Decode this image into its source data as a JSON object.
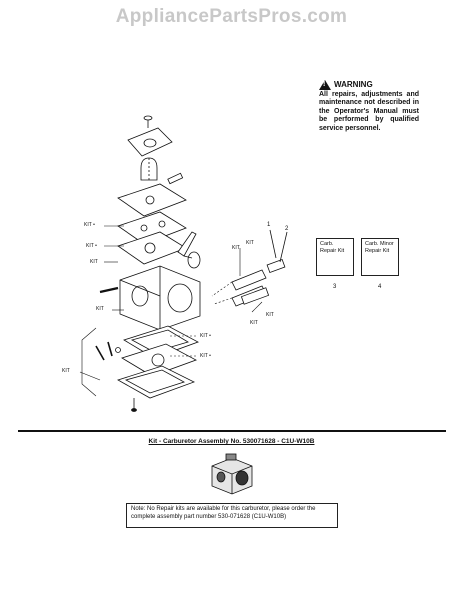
{
  "watermark": "AppliancePartsPros.com",
  "warning": {
    "title": "WARNING",
    "body": "All repairs, adjustments and maintenance not described in the Operator's Manual must be performed by qualified service personnel."
  },
  "kit_boxes": [
    {
      "label": "Carb. Repair Kit",
      "number": "3"
    },
    {
      "label": "Carb. Minor Repair Kit",
      "number": "4"
    }
  ],
  "callout_numbers": {
    "one": "1",
    "two": "2"
  },
  "part_labels": {
    "kit_star": "KIT •",
    "kit": "KIT"
  },
  "kit_title": "Kit - Carburetor Assembly No. 530071628 - C1U-W10B",
  "note": "Note: No Repair kits are available for this carburetor, please order the complete assembly part number 530-071628 (C1U-W10B)"
}
